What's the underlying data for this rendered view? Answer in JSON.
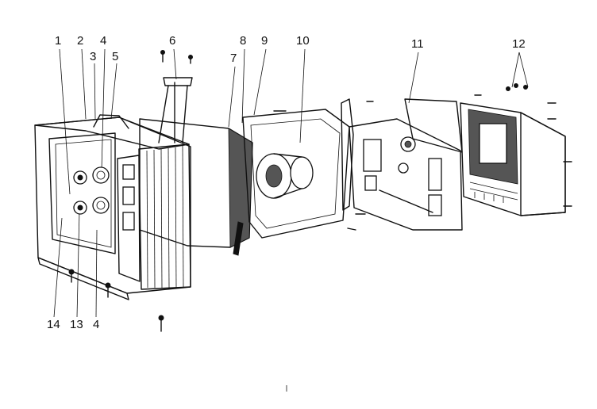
{
  "callouts": {
    "c1": "1",
    "c2": "2",
    "c3": "3",
    "c4_top": "4",
    "c5": "5",
    "c6": "6",
    "c7": "7",
    "c8": "8",
    "c9": "9",
    "c10": "10",
    "c11": "11",
    "c12": "12",
    "c14": "14",
    "c13": "13",
    "c4_bottom": "4"
  }
}
